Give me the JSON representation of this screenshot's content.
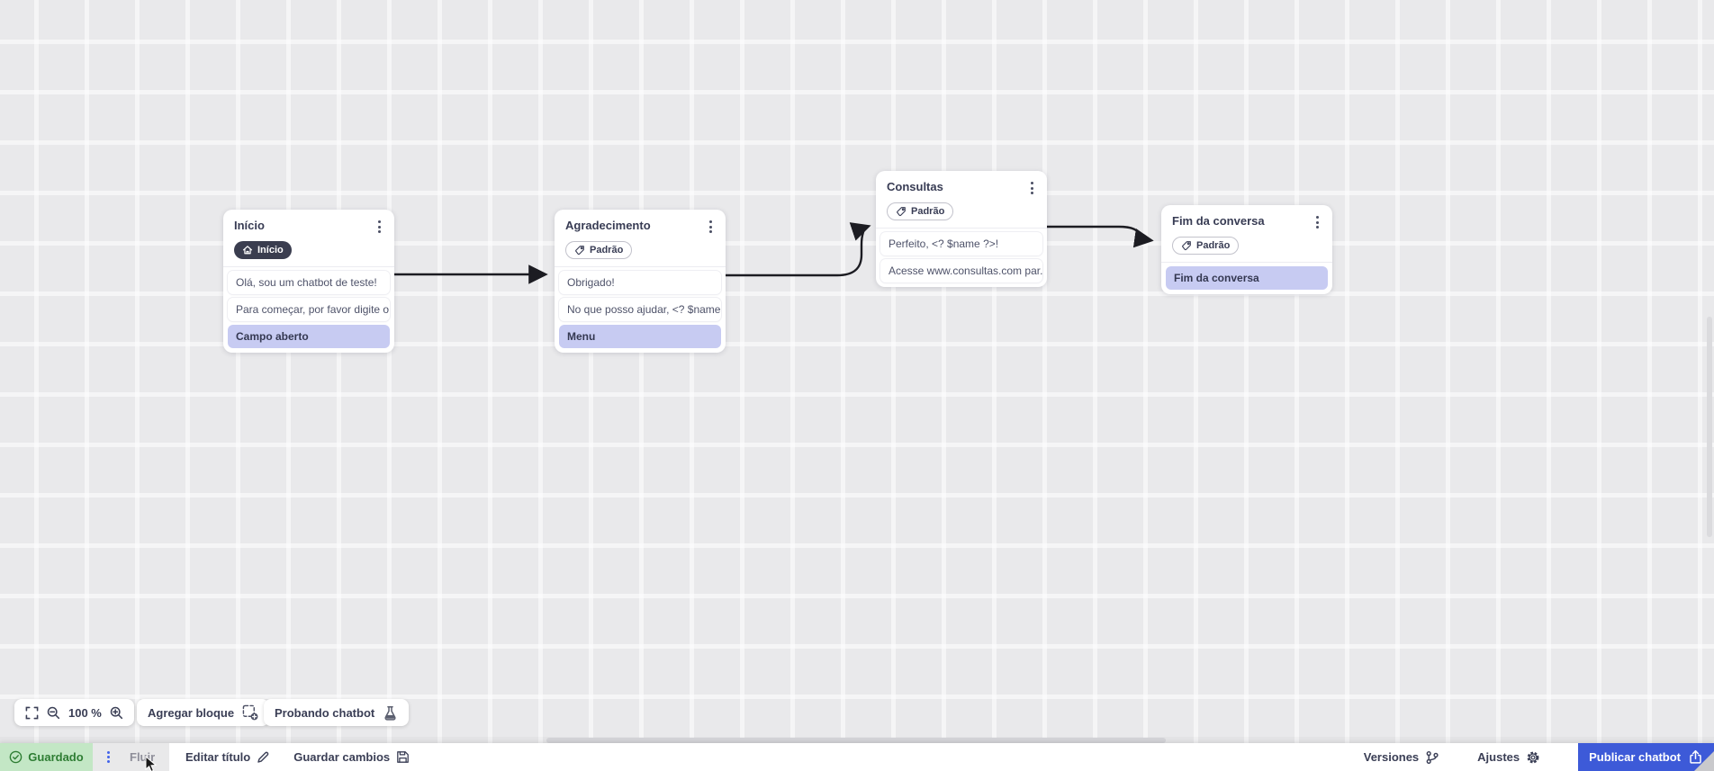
{
  "colors": {
    "accent_blue": "#3D5AD8",
    "highlight_lavender": "#C7CBF2",
    "saved_green_bg": "#C3E7C5",
    "saved_green_text": "#2E7D33",
    "dark_badge": "#3A3D4F",
    "canvas_bg": "#E9E9EB",
    "edge_color": "#1C1C22"
  },
  "canvas": {
    "nodes": [
      {
        "title": "Início",
        "badge": {
          "label": "Início",
          "icon": "home-icon",
          "variant": "dark"
        },
        "rows": [
          {
            "text": "Olá, sou um chatbot de teste!",
            "highlighted": false
          },
          {
            "text": "Para começar, por favor digite o ...",
            "highlighted": false
          },
          {
            "text": "Campo aberto",
            "highlighted": true
          }
        ]
      },
      {
        "title": "Agradecimento",
        "badge": {
          "label": "Padrão",
          "icon": "tag-icon",
          "variant": "outline"
        },
        "rows": [
          {
            "text": "Obrigado!",
            "highlighted": false
          },
          {
            "text": "No que posso ajudar, <? $name ...",
            "highlighted": false
          },
          {
            "text": "Menu",
            "highlighted": true
          }
        ]
      },
      {
        "title": "Consultas",
        "badge": {
          "label": "Padrão",
          "icon": "tag-icon",
          "variant": "outline"
        },
        "rows": [
          {
            "text": "Perfeito, <? $name ?>!",
            "highlighted": false
          },
          {
            "text": "Acesse www.consultas.com par...",
            "highlighted": false
          }
        ]
      },
      {
        "title": "Fim da conversa",
        "badge": {
          "label": "Padrão",
          "icon": "tag-icon",
          "variant": "outline"
        },
        "rows": [
          {
            "text": "Fim da conversa",
            "highlighted": true
          }
        ]
      }
    ],
    "connections": [
      {
        "from": "Início",
        "to": "Agradecimento"
      },
      {
        "from": "Agradecimento",
        "to": "Consultas"
      },
      {
        "from": "Consultas",
        "to": "Fim da conversa"
      }
    ]
  },
  "toolbar": {
    "zoom_level": "100 %",
    "add_block_label": "Agregar bloque",
    "test_chatbot_label": "Probando chatbot"
  },
  "statusbar": {
    "saved_label": "Guardado",
    "flow_tab_label": "Fluir",
    "edit_title_label": "Editar título",
    "save_changes_label": "Guardar cambios",
    "versions_label": "Versiones",
    "settings_label": "Ajustes",
    "publish_label": "Publicar chatbot"
  }
}
